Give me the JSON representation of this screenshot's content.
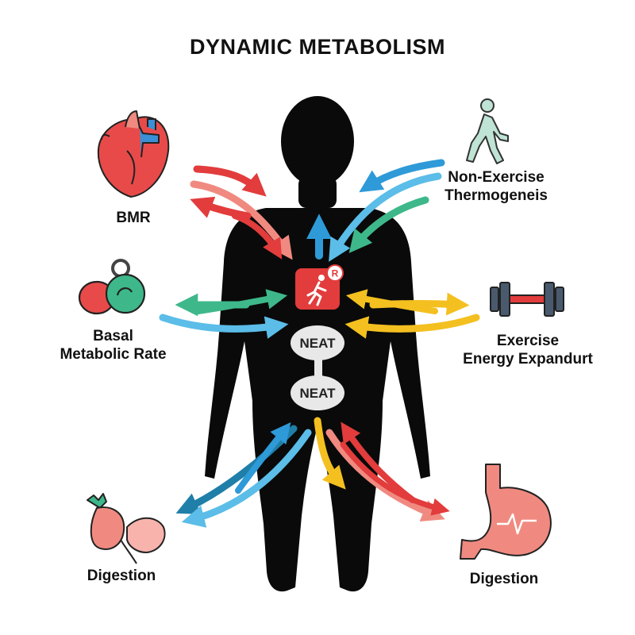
{
  "title": "DYNAMIC METABOLISM",
  "labels": {
    "bmr": "BMR",
    "neat_line1": "Non-Exercise",
    "neat_line2": "Thermogeneis",
    "basal_line1": "Basal",
    "basal_line2": "Metabolic Rate",
    "exercise_line1": "Exercise",
    "exercise_line2": "Energy Expandurt",
    "digestion_left": "Digestion",
    "digestion_right": "Digestion"
  },
  "center_nodes": {
    "badge": "R",
    "node1": "NEAT",
    "node2": "NEAT"
  },
  "icons": {
    "heart": "heart-icon",
    "walker": "walking-person-icon",
    "kettlebell": "kettlebell-icon",
    "dumbbell": "dumbbell-icon",
    "intestine": "intestine-icon",
    "stomach": "stomach-icon",
    "activity": "running-person-icon"
  },
  "colors": {
    "red": "#e23c3c",
    "salmon": "#f08a80",
    "blue": "#2e9ad8",
    "light_blue": "#5bbde8",
    "green": "#3eb88b",
    "yellow": "#f4c020",
    "silhouette": "#0a0a0a"
  }
}
